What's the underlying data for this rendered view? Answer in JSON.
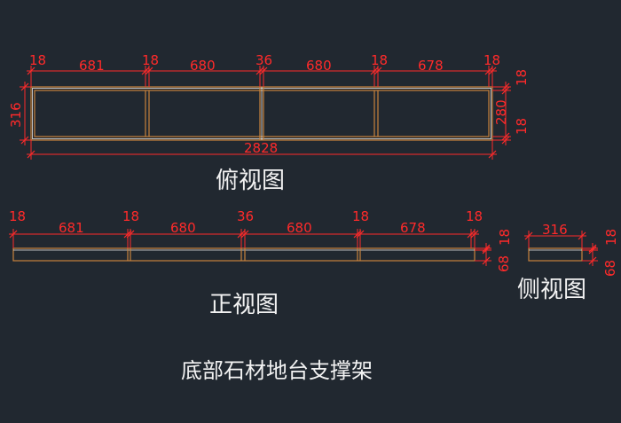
{
  "views": {
    "top": {
      "caption": "俯视图",
      "dims_top": [
        "18",
        "681",
        "18",
        "680",
        "36",
        "680",
        "18",
        "678",
        "18"
      ],
      "dim_overall": "2828",
      "dim_left": "316",
      "dim_right_a": "18",
      "dim_right_b": "280",
      "dim_right_c": "18"
    },
    "front": {
      "caption": "正视图",
      "dims_top": [
        "18",
        "681",
        "18",
        "680",
        "36",
        "680",
        "18",
        "678",
        "18"
      ],
      "dim_right_a": "18",
      "dim_right_b": "68"
    },
    "side": {
      "caption": "侧视图",
      "dim_top": "316",
      "dim_right_a": "18",
      "dim_right_b": "68"
    }
  },
  "drawing_title": "底部石材地台支撑架",
  "colors": {
    "background": "#212830",
    "dimension": "#ff2a2a",
    "frame": "#c8823c",
    "text": "#f2f2f2"
  }
}
